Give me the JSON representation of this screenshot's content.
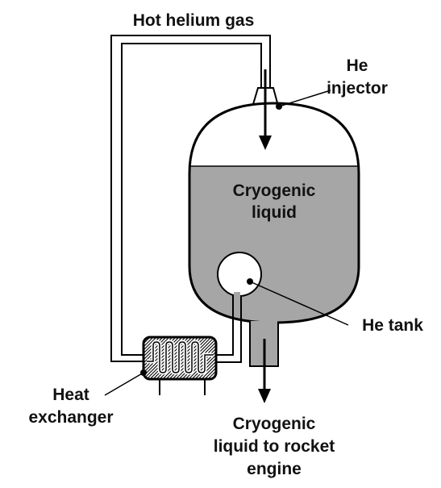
{
  "labels": {
    "hot_gas": "Hot helium gas",
    "injector_line1": "He",
    "injector_line2": "injector",
    "liquid_line1": "Cryogenic",
    "liquid_line2": "liquid",
    "he_tank": "He tank",
    "heat_line1": "Heat",
    "heat_line2": "exchanger",
    "outlet_line1": "Cryogenic",
    "outlet_line2": "liquid to rocket",
    "outlet_line3": "engine"
  },
  "colors": {
    "liquid": "#a6a6a6",
    "stroke": "#000000",
    "background": "#ffffff"
  }
}
